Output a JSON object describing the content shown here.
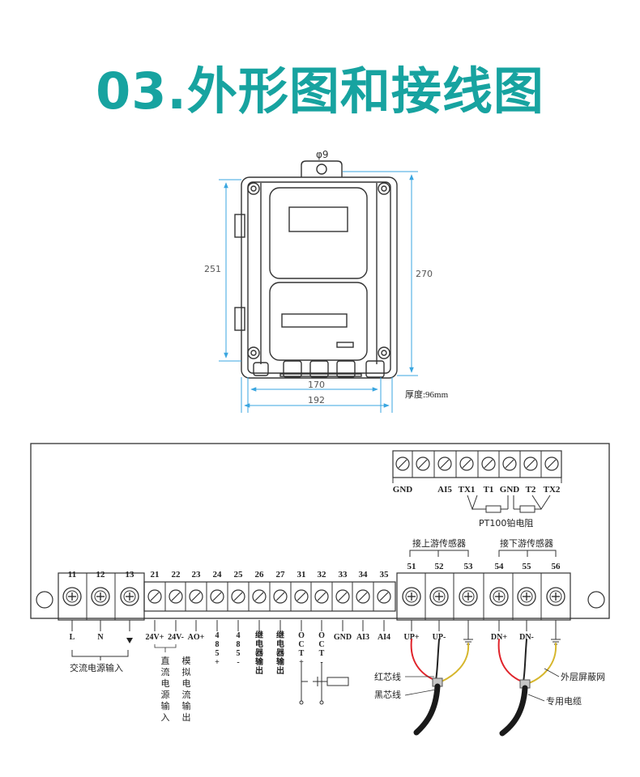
{
  "title": "03.外形图和接线图",
  "dimension_drawing": {
    "hole": "φ9",
    "height_inner": "251",
    "height_outer": "270",
    "width_inner": "170",
    "width_outer": "192",
    "thickness": "厚度:96mm"
  },
  "top_block": {
    "labels": [
      "GND",
      "AI5",
      "TX1",
      "T1",
      "GND",
      "T2",
      "TX2"
    ],
    "resistor_label": "PT100铂电阻"
  },
  "upstream_label": "接上游传感器",
  "downstream_label": "接下游传感器",
  "terminals": [
    {
      "num": "11",
      "label": "L"
    },
    {
      "num": "12",
      "label": "N"
    },
    {
      "num": "13",
      "label": "⏚"
    },
    {
      "num": "21",
      "label": "24V+"
    },
    {
      "num": "22",
      "label": "24V-"
    },
    {
      "num": "23",
      "label": "AO+"
    },
    {
      "num": "24",
      "label": "485+"
    },
    {
      "num": "25",
      "label": "485-"
    },
    {
      "num": "26",
      "label": "继电器输出"
    },
    {
      "num": "27",
      "label": "继电器输出"
    },
    {
      "num": "31",
      "label": "OCT+"
    },
    {
      "num": "32",
      "label": "OCT-"
    },
    {
      "num": "33",
      "label": "GND"
    },
    {
      "num": "34",
      "label": "AI3"
    },
    {
      "num": "35",
      "label": "AI4"
    },
    {
      "num": "51",
      "label": "UP+"
    },
    {
      "num": "52",
      "label": "UP-"
    },
    {
      "num": "53",
      "label": "⏚"
    },
    {
      "num": "54",
      "label": "DN+"
    },
    {
      "num": "55",
      "label": "DN-"
    },
    {
      "num": "56",
      "label": "⏚"
    }
  ],
  "notes": {
    "ac_power": "交流电源输入",
    "dc_power": "直流电源输入",
    "analog_out": "模拟电流输出",
    "red_wire": "红芯线",
    "black_wire": "黑芯线",
    "shield": "外层屏蔽网",
    "cable": "专用电缆"
  },
  "colors": {
    "title": "#17a3a0",
    "red_wire": "#e0242b",
    "yellow_wire": "#d6b62c",
    "dim_line": "#3aa6e0"
  }
}
